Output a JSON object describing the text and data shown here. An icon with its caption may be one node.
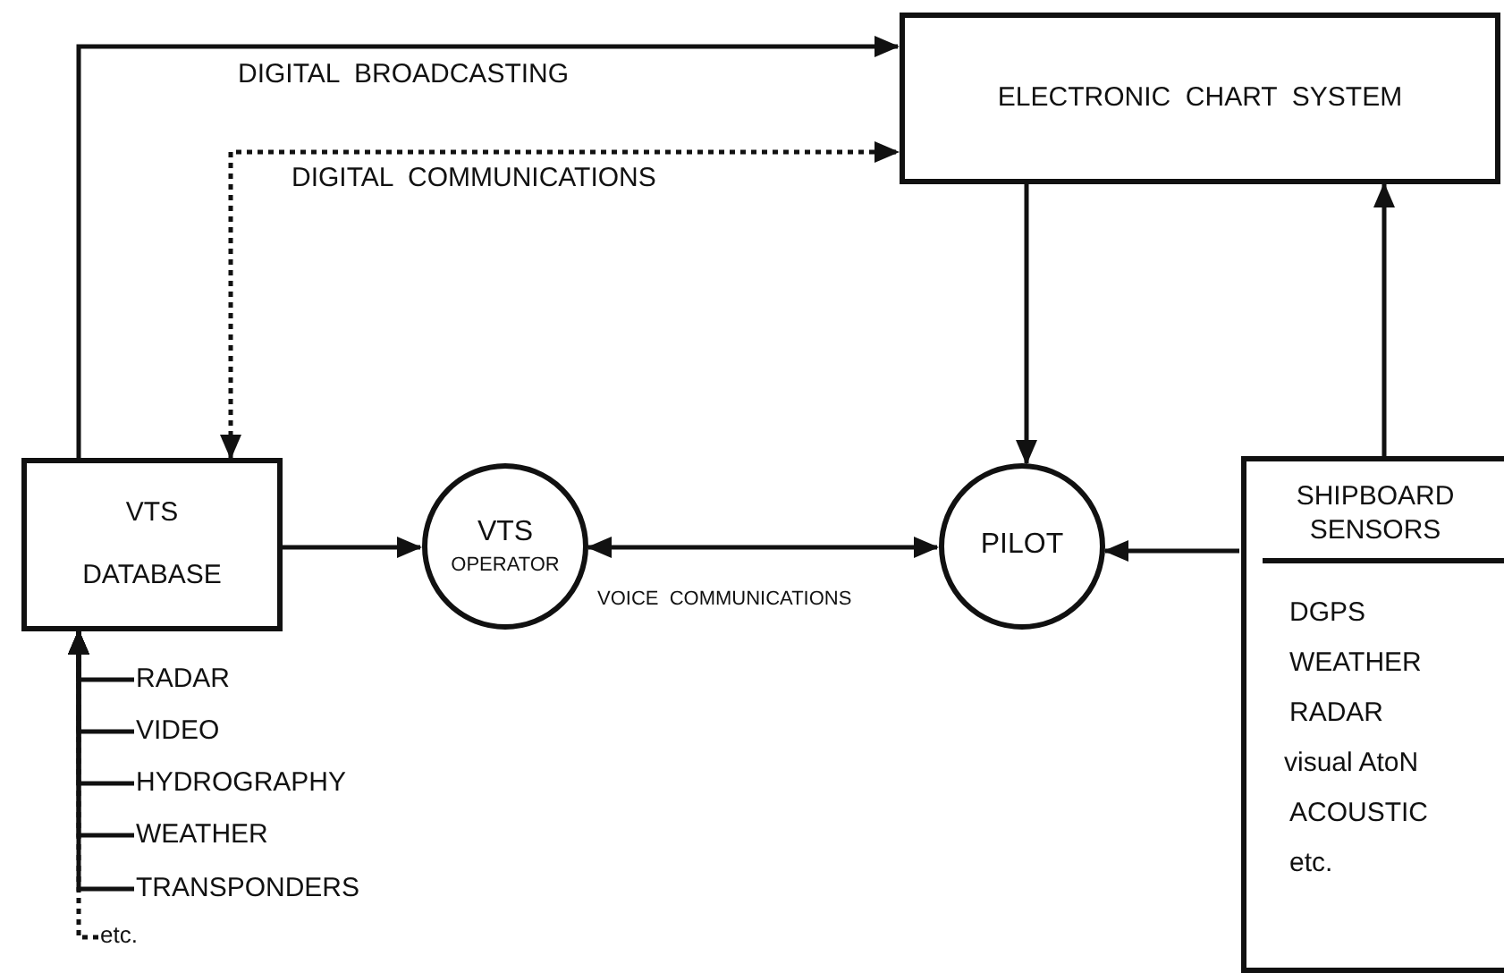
{
  "diagram": {
    "nodes": [
      {
        "text": [
          "ELECTRONIC  CHART  SYSTEM"
        ]
      },
      {
        "text": [
          "VTS DATABASE"
        ]
      },
      {
        "text": [
          "VTS",
          "OPERATOR"
        ]
      },
      {
        "text": [
          "PILOT"
        ]
      },
      {
        "text": [
          "SHIPBOARD SENSORS",
          "DGPS",
          "WEATHER",
          "RADAR",
          "visual AtoN",
          "ACOUSTIC",
          "etc."
        ]
      },
      {
        "text": [
          "RADAR"
        ]
      },
      {
        "text": [
          "VIDEO"
        ]
      },
      {
        "text": [
          "HYDROGRAPHY"
        ]
      },
      {
        "text": [
          "WEATHER"
        ]
      },
      {
        "text": [
          "TRANSPONDERS"
        ]
      },
      {
        "text": [
          "etc."
        ]
      }
    ],
    "edges": [
      {
        "from": 1,
        "to": 0,
        "arrow": "to",
        "label": "DIGITAL  BROADCASTING"
      },
      {
        "from": 1,
        "to": 0,
        "arrow": "both",
        "style": "dashed",
        "label": "DIGITAL  COMMUNICATIONS"
      },
      {
        "from": 1,
        "to": 2,
        "arrow": "to"
      },
      {
        "from": 2,
        "to": 3,
        "arrow": "both",
        "label": "VOICE  COMMUNICATIONS"
      },
      {
        "from": 0,
        "to": 3,
        "arrow": "to"
      },
      {
        "from": 4,
        "to": 3,
        "arrow": "to"
      },
      {
        "from": 4,
        "to": 0,
        "arrow": "to"
      },
      {
        "from": 5,
        "to": 1,
        "arrow": "to"
      },
      {
        "from": 6,
        "to": 1,
        "arrow": "to"
      },
      {
        "from": 7,
        "to": 1,
        "arrow": "to"
      },
      {
        "from": 8,
        "to": 1,
        "arrow": "to"
      },
      {
        "from": 9,
        "to": 1,
        "arrow": "to"
      },
      {
        "from": 10,
        "to": 1,
        "arrow": "to",
        "style": "dashed"
      }
    ]
  }
}
